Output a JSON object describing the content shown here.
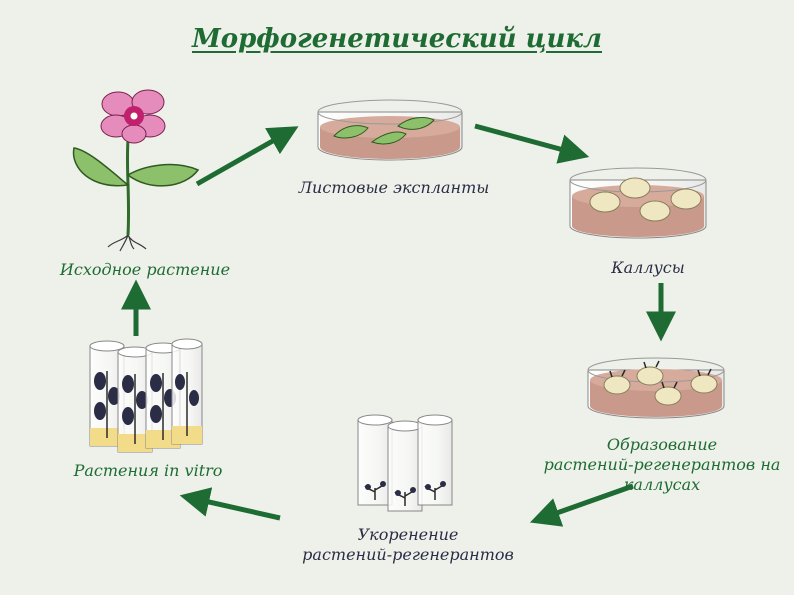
{
  "title": "Морфогенетический цикл",
  "colors": {
    "accent_green": "#1e6b33",
    "label_dark": "#2a2d45",
    "medium_pink": "#c99a8c",
    "background": "#eef1ea"
  },
  "stages": {
    "source_plant": {
      "label": "Исходное растение",
      "icon": "flowering-plant"
    },
    "leaf_explants": {
      "label": "Листовые экспланты",
      "icon": "petri-dish-leaves"
    },
    "calluses": {
      "label": "Каллусы",
      "icon": "petri-dish-calluses"
    },
    "regenerant_formation": {
      "line1": "Образование",
      "line2": "растений-регенерантов на",
      "line3": "каллусах",
      "icon": "petri-dish-sprouting-calluses"
    },
    "rooting": {
      "line1": "Укоренение",
      "line2": "растений-регенерантов",
      "icon": "test-tubes-seedlings"
    },
    "in_vitro": {
      "label": "Растения in vitro",
      "icon": "test-tubes-plants"
    }
  }
}
